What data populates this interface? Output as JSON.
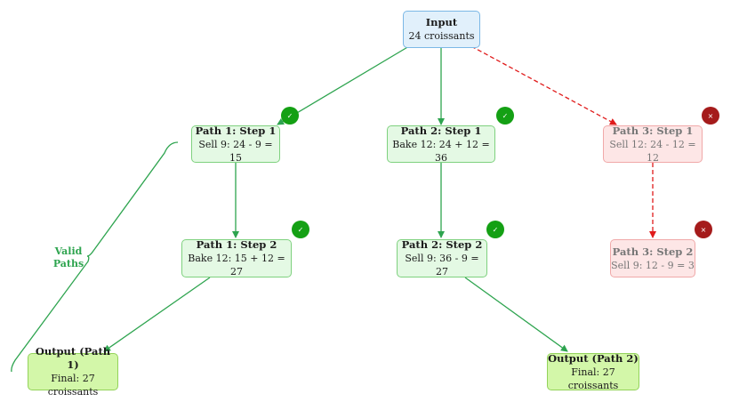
{
  "colors": {
    "valid": "#2ea44f",
    "invalid": "#e01b1b",
    "badge_ok": "#14a014",
    "badge_bad": "#a51b1b"
  },
  "input": {
    "title": "Input",
    "sub": "24 croissants"
  },
  "path1": {
    "step1": {
      "title": "Path 1: Step 1",
      "sub": "Sell 9: 24 - 9 = 15"
    },
    "step2": {
      "title": "Path 1: Step 2",
      "sub": "Bake 12: 15 + 12 = 27"
    },
    "output": {
      "title": "Output (Path 1)",
      "sub": "Final: 27 croissants"
    }
  },
  "path2": {
    "step1": {
      "title": "Path 2: Step 1",
      "sub": "Bake 12: 24 + 12 = 36"
    },
    "step2": {
      "title": "Path 2: Step 2",
      "sub": "Sell 9: 36 - 9 = 27"
    },
    "output": {
      "title": "Output (Path 2)",
      "sub": "Final: 27 croissants"
    }
  },
  "path3": {
    "step1": {
      "title": "Path 3: Step 1",
      "sub": "Sell 12: 24 - 12 = 12"
    },
    "step2": {
      "title": "Path 3: Step 2",
      "sub": "Sell 9: 12 - 9 = 3"
    }
  },
  "badges": {
    "ok": "✓",
    "bad": "×"
  },
  "brace": {
    "line1": "Valid",
    "line2": "Paths"
  }
}
